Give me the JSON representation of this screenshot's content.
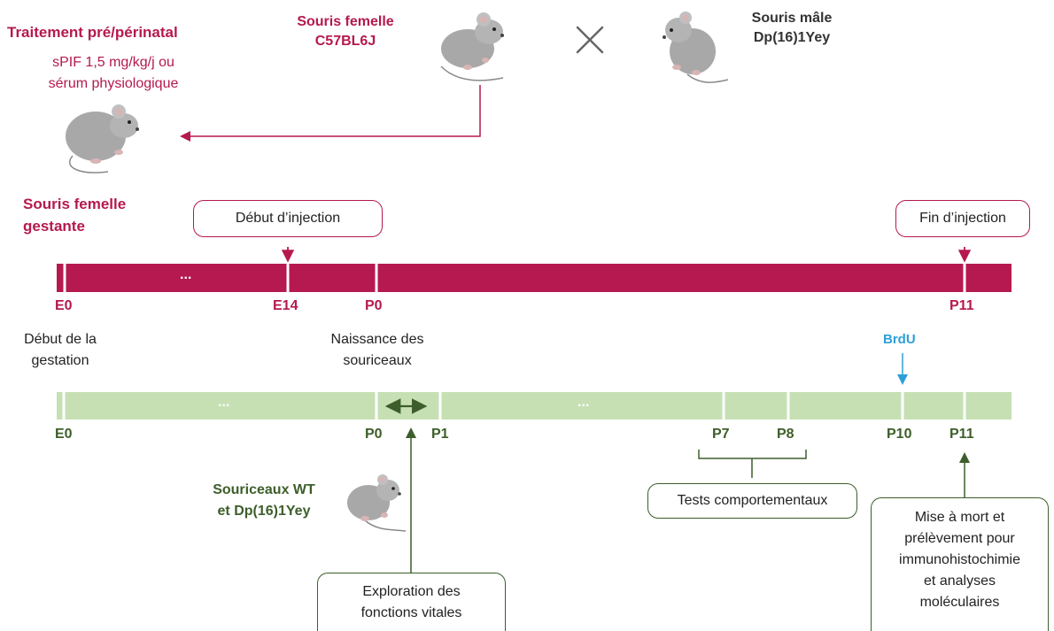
{
  "treatment": {
    "title": "Traitement pré/périnatal",
    "line1": "sPIF 1,5 mg/kg/j ou",
    "line2": "sérum physiologique"
  },
  "female_c57": {
    "line1": "Souris femelle",
    "line2": "C57BL6J"
  },
  "male_dp": {
    "line1": "Souris mâle",
    "line2": "Dp(16)1Yey"
  },
  "cross_symbol": "✕",
  "pregnant": {
    "line1": "Souris femelle",
    "line2": "gestante"
  },
  "injection": {
    "start": "Début d’injection",
    "end": "Fin d’injection"
  },
  "timeline_top": {
    "ellipsis": "...",
    "labels": {
      "e0": "E0",
      "e14": "E14",
      "p0": "P0",
      "p11": "P11"
    }
  },
  "annotations": {
    "gestation_start_1": "Début de la",
    "gestation_start_2": "gestation",
    "birth_1": "Naissance des",
    "birth_2": "souriceaux",
    "brdu": "BrdU"
  },
  "timeline_bottom": {
    "ellipsis_1": "...",
    "ellipsis_2": "...",
    "labels": {
      "e0": "E0",
      "p0": "P0",
      "p1": "P1",
      "p7": "P7",
      "p8": "P8",
      "p10": "P10",
      "p11": "P11"
    }
  },
  "pups": {
    "line1": "Souriceaux WT",
    "line2": "et Dp(16)1Yey"
  },
  "boxes": {
    "behavior": "Tests comportementaux",
    "vital_1": "Exploration des",
    "vital_2": "fonctions vitales",
    "sacrifice_1": "Mise à mort et",
    "sacrifice_2": "prélèvement pour",
    "sacrifice_3": "immunohistochimie",
    "sacrifice_4": "et analyses",
    "sacrifice_5": "moléculaires"
  },
  "colors": {
    "crimson": "#b5194f",
    "light_green": "#c6e0b4",
    "dark_green": "#3d5e2a",
    "blue": "#2e9fd6"
  }
}
